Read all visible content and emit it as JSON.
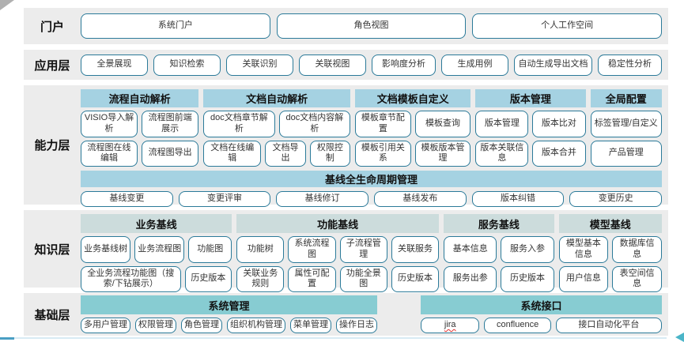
{
  "colors": {
    "band_bg": "#ececec",
    "button_border": "#2b7a99",
    "capability_header_bg": "#a5d2e2",
    "knowledge_header_bg": "#ccdcdc",
    "foundation_header_bg": "#87ccd2",
    "accent_arrow": "#4ab5c8"
  },
  "portal": {
    "label": "门户",
    "buttons": [
      "系统门户",
      "角色视图",
      "个人工作空间"
    ]
  },
  "app_layer": {
    "label": "应用层",
    "buttons": [
      "全景展现",
      "知识检索",
      "关联识别",
      "关联视图",
      "影响度分析",
      "生成用例",
      "自动生成导出文档",
      "稳定性分析"
    ]
  },
  "capability_layer": {
    "label": "能力层",
    "groups": [
      {
        "title": "流程自动解析",
        "row1": [
          "VISIO导入解析",
          "流程图前端展示"
        ],
        "row2": [
          "流程图在线编辑",
          "流程图导出"
        ]
      },
      {
        "title": "文档自动解析",
        "row1": [
          "doc文档章节解析",
          "doc文档内容解析"
        ],
        "row2": [
          "文档在线编辑",
          "文档导出",
          "权限控制"
        ]
      },
      {
        "title": "文档模板自定义",
        "row1": [
          "模板章节配置",
          "模板查询"
        ],
        "row2": [
          "模板引用关系",
          "模板版本管理"
        ]
      },
      {
        "title": "版本管理",
        "row1": [
          "版本管理",
          "版本比对"
        ],
        "row2": [
          "版本关联信息",
          "版本合并"
        ]
      },
      {
        "title": "全局配置",
        "row1": [
          "标签管理/自定义"
        ],
        "row2": [
          "产品管理"
        ]
      }
    ],
    "baseline": {
      "title": "基线全生命周期管理",
      "buttons": [
        "基线变更",
        "变更评审",
        "基线修订",
        "基线发布",
        "版本纠错",
        "变更历史"
      ]
    }
  },
  "knowledge_layer": {
    "label": "知识层",
    "groups": [
      {
        "title": "业务基线",
        "row1": [
          "业务基线树",
          "业务流程图",
          "功能图"
        ],
        "row2": [
          "全业务流程功能图（搜索/下钻展示）",
          "历史版本"
        ]
      },
      {
        "title": "功能基线",
        "row1": [
          "功能树",
          "系统流程图",
          "子流程管理",
          "关联服务"
        ],
        "row2": [
          "关联业务规则",
          "属性可配置",
          "功能全景图",
          "历史版本"
        ]
      },
      {
        "title": "服务基线",
        "row1": [
          "基本信息",
          "服务入参"
        ],
        "row2": [
          "服务出参",
          "历史版本"
        ]
      },
      {
        "title": "模型基线",
        "row1": [
          "模型基本信息",
          "数据库信息"
        ],
        "row2": [
          "用户信息",
          "表空间信息"
        ]
      }
    ]
  },
  "foundation_layer": {
    "label": "基础层",
    "groups": [
      {
        "title": "系统管理",
        "buttons": [
          "多用户管理",
          "权限管理",
          "角色管理",
          "组织机构管理",
          "菜单管理",
          "操作日志"
        ]
      },
      {
        "title": "系统接口",
        "buttons": [
          "jira",
          "confluence",
          "接口自动化平台"
        ]
      }
    ]
  }
}
